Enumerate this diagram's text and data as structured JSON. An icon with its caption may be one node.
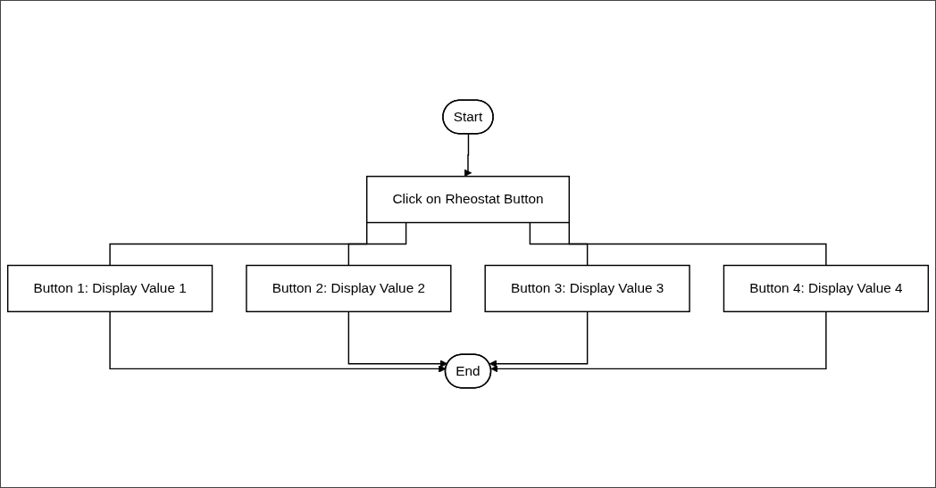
{
  "diagram": {
    "nodes": [
      {
        "text": [
          "Start"
        ]
      },
      {
        "text": [
          "Click on Rheostat Button"
        ]
      },
      {
        "text": [
          "Button 1: Display Value 1"
        ]
      },
      {
        "text": [
          "Button 2: Display Value 2"
        ]
      },
      {
        "text": [
          "Button 3: Display Value 3"
        ]
      },
      {
        "text": [
          "Button 4: Display Value 4"
        ]
      },
      {
        "text": [
          "End"
        ]
      }
    ],
    "edges": [
      {
        "from": 0,
        "to": 1,
        "arrow": "to"
      },
      {
        "from": 1,
        "to": 2,
        "arrow": "none"
      },
      {
        "from": 1,
        "to": 3,
        "arrow": "none"
      },
      {
        "from": 1,
        "to": 4,
        "arrow": "none"
      },
      {
        "from": 1,
        "to": 5,
        "arrow": "none"
      },
      {
        "from": 2,
        "to": 6,
        "arrow": "to"
      },
      {
        "from": 3,
        "to": 6,
        "arrow": "to"
      },
      {
        "from": 4,
        "to": 6,
        "arrow": "to"
      },
      {
        "from": 5,
        "to": 6,
        "arrow": "to"
      }
    ]
  }
}
